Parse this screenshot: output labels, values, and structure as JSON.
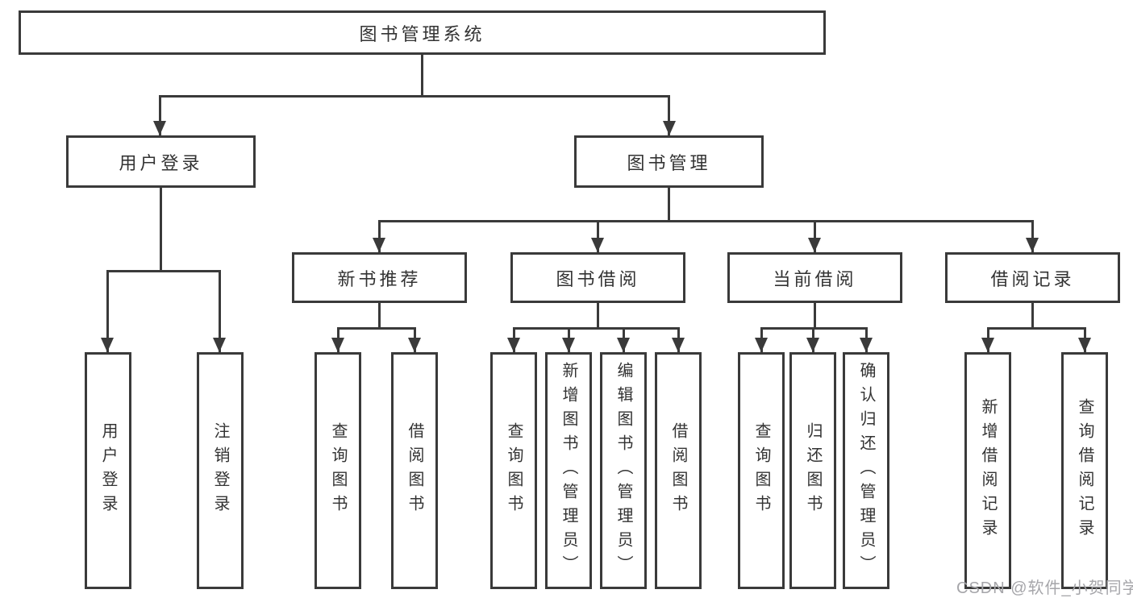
{
  "nodes": {
    "root": "图书管理系统",
    "level2": [
      "用户登录",
      "图书管理"
    ],
    "level3": [
      "新书推荐",
      "图书借阅",
      "当前借阅",
      "借阅记录"
    ],
    "leaves": [
      "用户登录",
      "注销登录",
      "查询图书",
      "借阅图书",
      "查询图书",
      "新增图书（管理员）",
      "编辑图书（管理员）",
      "借阅图书",
      "查询图书",
      "归还图书",
      "确认归还（管理员）",
      "新增借阅记录",
      "查询借阅记录"
    ]
  },
  "watermark": "CSDN @软件_小贺同学",
  "colors": {
    "line": "#3a3a3a",
    "text": "#333333",
    "background": "#ffffff",
    "watermark": "#a6a6aa"
  }
}
